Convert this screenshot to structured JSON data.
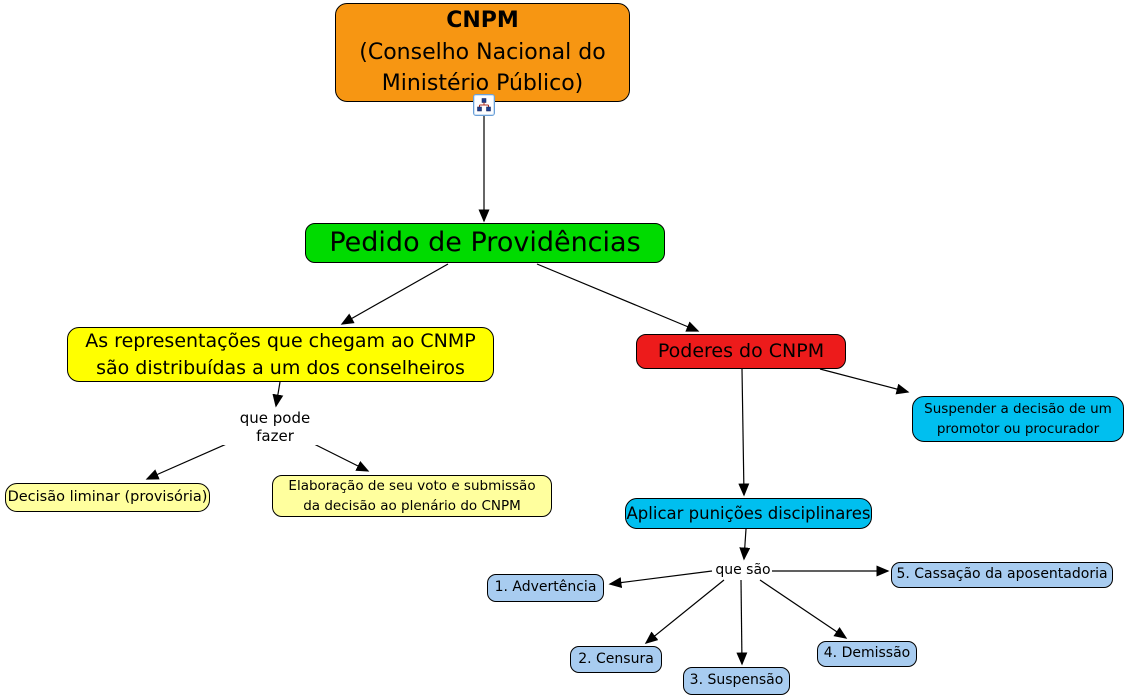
{
  "nodes": {
    "cnpm": {
      "title": "CNPM",
      "subtitle": "(Conselho Nacional do Ministério Público)",
      "color": "#F79612"
    },
    "pedido": {
      "label": "Pedido de Providências",
      "color": "#00DB00"
    },
    "representacoes": {
      "label": "As representações que chegam ao CNMP são distribuídas a um dos conselheiros",
      "color": "#FFFF00"
    },
    "poderes": {
      "label": "Poderes do CNPM",
      "color": "#ED1B1B"
    },
    "suspender": {
      "label": "Suspender a decisão de um promotor ou procurador",
      "color": "#00BFEF"
    },
    "decisao_liminar": {
      "label": "Decisão liminar (provisória)",
      "color": "#FFFF9E"
    },
    "elaboracao": {
      "label": "Elaboração de seu voto e submissão da decisão ao plenário do CNPM",
      "color": "#FFFF9E"
    },
    "aplicar": {
      "label": "Aplicar punições disciplinares",
      "color": "#00BFEF"
    },
    "advertencia": {
      "label": "1. Advertência",
      "color": "#A8CCF0"
    },
    "censura": {
      "label": "2. Censura",
      "color": "#A8CCF0"
    },
    "suspensao": {
      "label": "3. Suspensão",
      "color": "#A8CCF0"
    },
    "demissao": {
      "label": "4. Demissão",
      "color": "#A8CCF0"
    },
    "cassacao": {
      "label": "5. Cassação da aposentadoria",
      "color": "#A8CCF0"
    }
  },
  "link_labels": {
    "que_pode_fazer": "que pode fazer",
    "que_sao": "que são"
  },
  "icons": {
    "resource": "hierarchy-tree-icon"
  },
  "colors": {
    "line": "#000000",
    "background": "#FFFFFF"
  }
}
